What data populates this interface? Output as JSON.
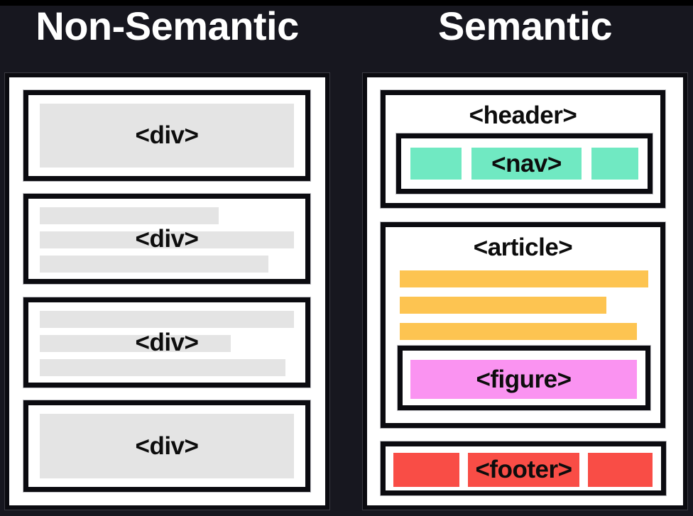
{
  "titles": {
    "non_semantic": "Non-Semantic",
    "semantic": "Semantic"
  },
  "colors": {
    "background": "#17171f",
    "frame_top": "#000000",
    "surface": "#ffffff",
    "outline": "#0b0b10",
    "muted_gray": "#e4e4e4",
    "nav_green": "#70e9c2",
    "article_orange": "#fdc451",
    "figure_pink": "#fa93f1",
    "footer_red": "#f94d46",
    "title_text": "#ffffff",
    "tag_text": "#0d0d0d"
  },
  "non_semantic_panel": {
    "boxes": [
      {
        "tag": "<div>",
        "type": "block"
      },
      {
        "tag": "<div>",
        "type": "lines",
        "line_widths": [
          "252px",
          "358px",
          "322px"
        ]
      },
      {
        "tag": "<div>",
        "type": "lines",
        "line_widths": [
          "358px",
          "269px",
          "346px"
        ]
      },
      {
        "tag": "<div>",
        "type": "block"
      }
    ]
  },
  "semantic_panel": {
    "header": {
      "tag": "<header>"
    },
    "nav": {
      "tag": "<nav>"
    },
    "article": {
      "tag": "<article>",
      "line_widths": [
        "350px",
        "291px",
        "334px"
      ]
    },
    "figure": {
      "tag": "<figure>"
    },
    "footer": {
      "tag": "<footer>"
    }
  }
}
